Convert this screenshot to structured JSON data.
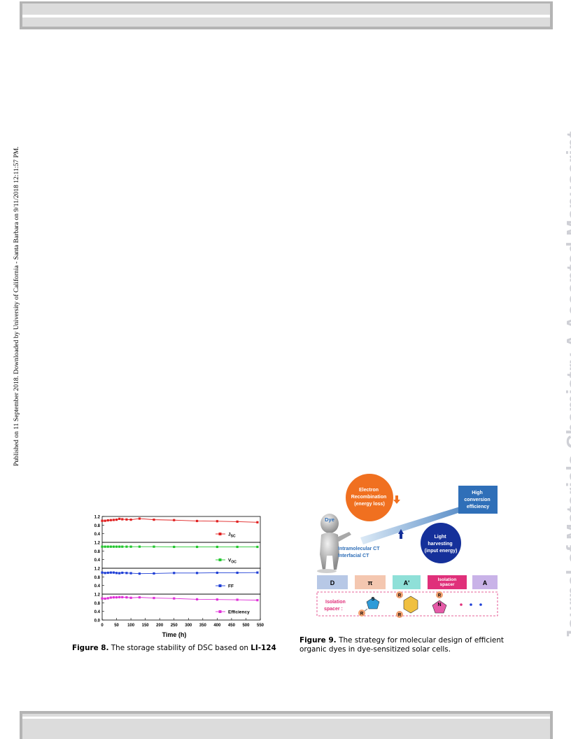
{
  "side_left": "Published on 11 September 2018. Downloaded by University of California - Santa Barbara on 9/11/2018 12:11:57 PM.",
  "side_right": "Journal of Materials Chemistry A Accepted Manuscript",
  "figure8": {
    "caption_label": "Figure 8.",
    "caption_text": "The storage stability of DSC based on",
    "caption_compound": "LI-124",
    "xlabel": "Time (h)",
    "x_ticks": [
      "0",
      "50",
      "100",
      "150",
      "200",
      "250",
      "300",
      "350",
      "400",
      "450",
      "500",
      "550"
    ],
    "y_ticks": [
      "0.0",
      "0.4",
      "0.8",
      "1.2"
    ],
    "legend": {
      "jsc_main": "J",
      "jsc_sub": "SC",
      "voc_main": "V",
      "voc_sub": "OC",
      "ff": "FF",
      "eff": "Efficiency"
    },
    "colors": {
      "jsc": "#e02020",
      "voc": "#22c62e",
      "ff": "#1f3fd6",
      "eff": "#e030d8"
    }
  },
  "chart_data": {
    "type": "line",
    "xlabel": "Time (h)",
    "xlim": [
      0,
      550
    ],
    "ylim": [
      0,
      1.2
    ],
    "x": [
      0,
      10,
      20,
      30,
      40,
      50,
      60,
      70,
      85,
      100,
      130,
      180,
      250,
      330,
      400,
      470,
      540
    ],
    "series": [
      {
        "name": "JSC",
        "values": [
          1.0,
          1.0,
          1.02,
          1.03,
          1.04,
          1.05,
          1.09,
          1.07,
          1.06,
          1.05,
          1.1,
          1.05,
          1.03,
          0.99,
          0.98,
          0.96,
          0.93
        ]
      },
      {
        "name": "VOC",
        "values": [
          1.0,
          1.0,
          1.0,
          1.0,
          1.0,
          1.0,
          1.0,
          1.0,
          1.0,
          1.0,
          1.0,
          1.0,
          0.99,
          0.99,
          0.99,
          0.99,
          0.99
        ]
      },
      {
        "name": "FF",
        "values": [
          1.0,
          0.98,
          0.99,
          1.0,
          1.0,
          0.98,
          0.97,
          0.99,
          0.98,
          0.97,
          0.95,
          0.96,
          0.98,
          0.98,
          0.99,
          0.99,
          1.0
        ]
      },
      {
        "name": "Efficiency",
        "values": [
          1.0,
          0.99,
          1.01,
          1.04,
          1.05,
          1.05,
          1.06,
          1.06,
          1.05,
          1.03,
          1.05,
          1.02,
          1.0,
          0.96,
          0.95,
          0.94,
          0.92
        ]
      }
    ]
  },
  "figure9": {
    "caption_label": "Figure 9.",
    "caption_text": "The strategy for molecular design of efficient organic dyes in dye-sensitized solar cells.",
    "recombination": [
      "Electron",
      "Recombination",
      "(energy loss)"
    ],
    "high_eff": [
      "High",
      "conversion",
      "efficiency"
    ],
    "light": [
      "Light",
      "harvesting",
      "(input energy)"
    ],
    "dye_label": "Dye",
    "ct": [
      "Intramolecular CT",
      "Interfacial CT"
    ],
    "blocks": [
      "D",
      "π",
      "A'",
      "Isolation spacer",
      "A"
    ],
    "isolation_label": [
      "Isolation",
      "spacer :"
    ],
    "ring_s": "S",
    "ring_r": "R",
    "ring_n": "N",
    "colors": {
      "orange": "#f07020",
      "blue": "#2f6fb8",
      "navy": "#15309a",
      "pink": "#e0307a"
    }
  }
}
